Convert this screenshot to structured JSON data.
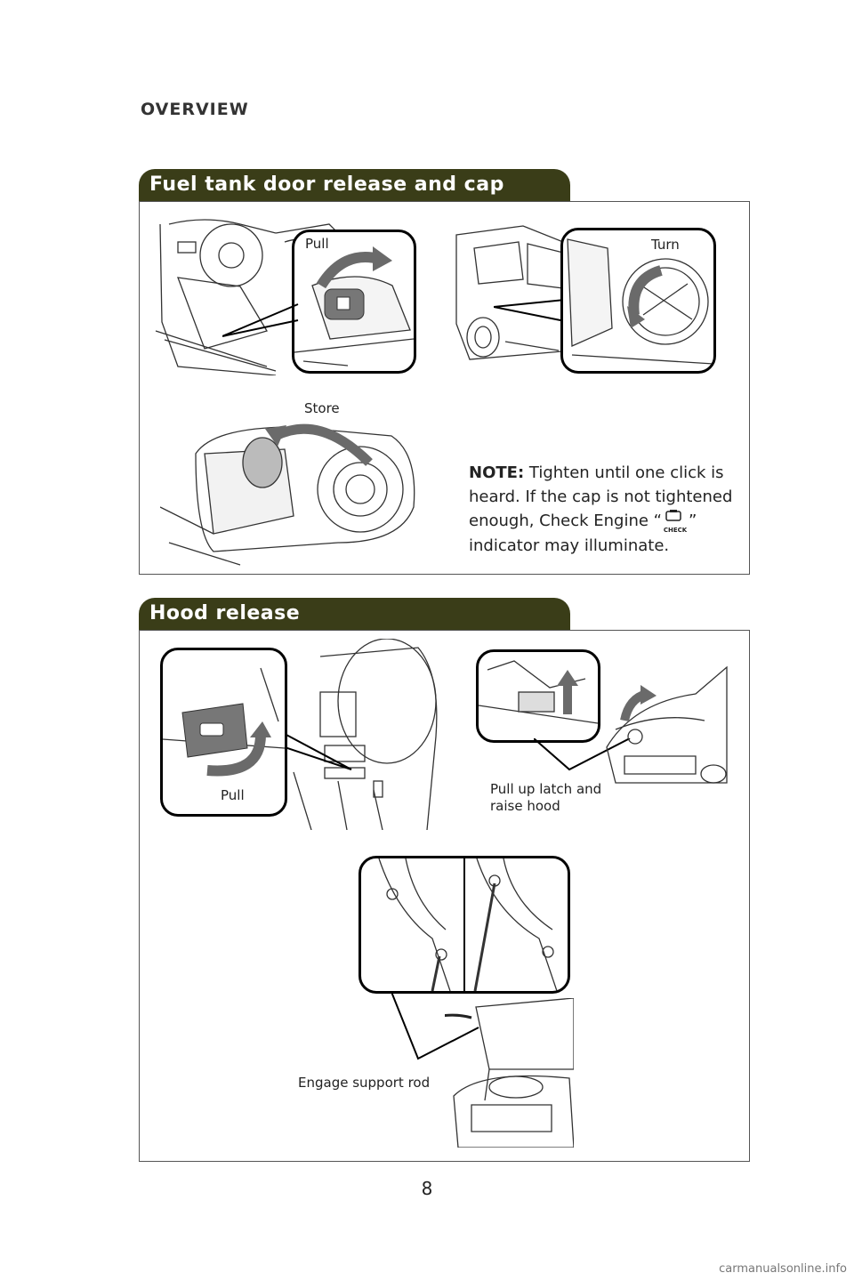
{
  "header": {
    "title": "OVERVIEW"
  },
  "fuel_section": {
    "title": "Fuel tank door release and cap",
    "pull_label": "Pull",
    "turn_label": "Turn",
    "store_label": "Store",
    "note_prefix": "NOTE:",
    "note_text_1": "Tighten until one click is",
    "note_text_2": "heard. If the cap is not tightened",
    "note_text_3a": "enough, Check Engine “",
    "note_check_icon_text": "CHECK",
    "note_text_3b": "”",
    "note_text_4": "indicator may illuminate."
  },
  "hood_section": {
    "title": "Hood release",
    "pull_label": "Pull",
    "latch_label_1": "Pull up latch and",
    "latch_label_2": "raise hood",
    "rod_label": "Engage support rod"
  },
  "footer": {
    "page_number": "8",
    "watermark": "carmanualsonline.info"
  }
}
